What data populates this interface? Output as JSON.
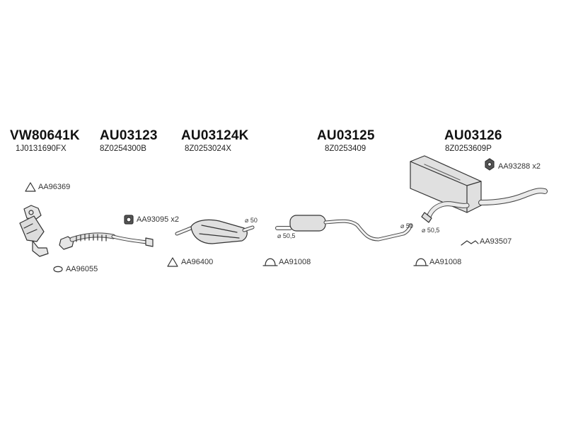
{
  "colors": {
    "line": "#333333",
    "fill": "#e6e6e6",
    "dark": "#555555"
  },
  "groups": [
    {
      "code": "VW80641K",
      "sub": "1J0131690FX"
    },
    {
      "code": "AU03123",
      "sub": "8Z0254300B"
    },
    {
      "code": "AU03124K",
      "sub": "8Z0253024X"
    },
    {
      "code": "AU03125",
      "sub": "8Z0253409"
    },
    {
      "code": "AU03126",
      "sub": "8Z0253609P"
    }
  ],
  "accessories": {
    "aa96369": "AA96369",
    "aa96055": "AA96055",
    "aa93095": "AA93095 x2",
    "aa96400": "AA96400",
    "aa91008_a": "AA91008",
    "aa91008_b": "AA91008",
    "aa93288": "AA93288 x2",
    "aa93507": "AA93507"
  },
  "diameters": {
    "d50_a": "⌀ 50",
    "d50_5_a": "⌀ 50,5",
    "d50_b": "⌀ 50",
    "d50_5_b": "⌀ 50,5"
  }
}
